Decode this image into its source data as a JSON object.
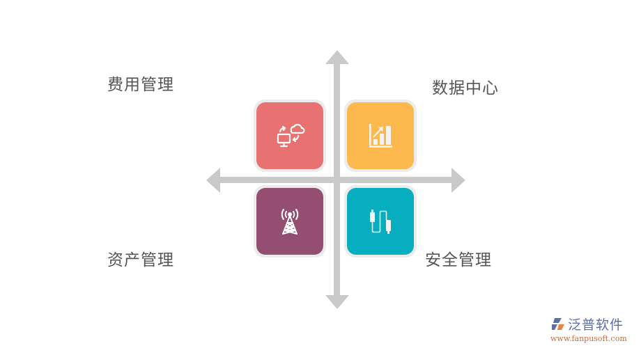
{
  "diagram": {
    "type": "quadrant",
    "quadrants": [
      {
        "position": "top-left",
        "label": "费用管理",
        "icon": "cloud-sync-icon",
        "color": "#e87171"
      },
      {
        "position": "top-right",
        "label": "数据中心",
        "icon": "bar-chart-growth-icon",
        "color": "#fdb94e"
      },
      {
        "position": "bottom-left",
        "label": "资产管理",
        "icon": "signal-tower-icon",
        "color": "#944e71"
      },
      {
        "position": "bottom-right",
        "label": "安全管理",
        "icon": "usb-cable-icon",
        "color": "#06aebf"
      }
    ],
    "axis_color": "#c9c9c9",
    "tile_border_color": "#ececec"
  },
  "watermark": {
    "brand": "泛普软件",
    "url": "www.fanpusoft.com"
  }
}
